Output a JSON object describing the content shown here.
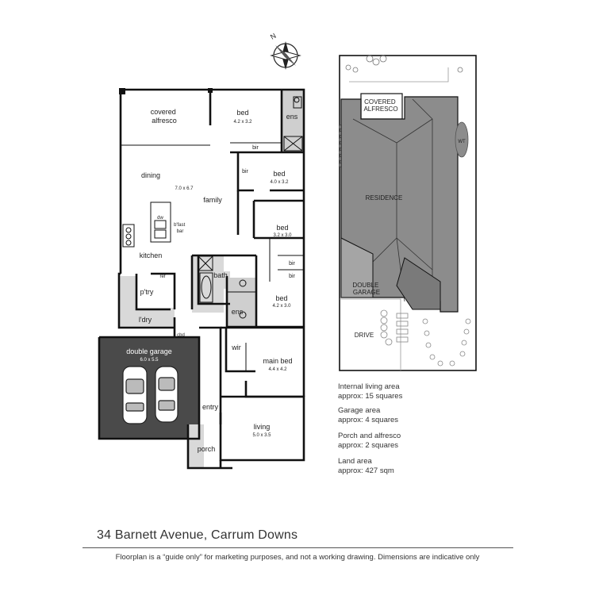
{
  "rooms": {
    "covered_alfresco": "covered\nalfresco",
    "bed1": "bed",
    "bed1_dim": "4.2 x 3.2",
    "ens1": "ens",
    "bir1": "bir",
    "dining": "dining",
    "dining_dim": "7.0 x 6.7",
    "family": "family",
    "bed2": "bed",
    "bed2_dim": "4.0 x 3.2",
    "bir2": "bir",
    "bed3": "bed",
    "bed3_dim": "3.2 x 3.0",
    "bir3": "bir",
    "bir4": "bir",
    "dw": "dw",
    "bfast_bar": "b'fast\nbar",
    "kitchen": "kitchen",
    "ref": "ref",
    "ptry": "p'try",
    "bath": "bath",
    "bed4": "bed",
    "bed4_dim": "4.2 x 3.0",
    "ens2": "ens",
    "ldry": "l'dry",
    "cbd": "cbd",
    "double_garage": "double garage",
    "double_garage_dim": "6.0 x 5.5",
    "wir": "wir",
    "main_bed": "main bed",
    "main_bed_dim": "4.4 x 4.2",
    "entry": "entry",
    "living": "living",
    "living_dim": "5.0 x 3.5",
    "porch": "porch"
  },
  "site": {
    "covered_alfresco": "COVERED\nALFRESCO",
    "residence": "RESIDENCE",
    "double_garage": "DOUBLE\nGARAGE",
    "drive": "DRIVE",
    "wt": "WT"
  },
  "areas": [
    {
      "label": "Internal living area",
      "value": "approx: 15 squares"
    },
    {
      "label": "Garage area",
      "value": "approx: 4 squares"
    },
    {
      "label": "Porch and alfresco",
      "value": "approx: 2 squares"
    },
    {
      "label": "Land area",
      "value": "approx: 427 sqm"
    }
  ],
  "address": "34 Barnett Avenue, Carrum Downs",
  "disclaimer": "Floorplan is a  “guide only” for marketing purposes, and not a working drawing.  Dimensions are indicative only",
  "compass_letter": "N",
  "colors": {
    "garage_fill": "#4a4a4a",
    "hall_fill": "#d9d9d9",
    "wall": "#111111",
    "roof_fill": "#8c8c8c"
  }
}
